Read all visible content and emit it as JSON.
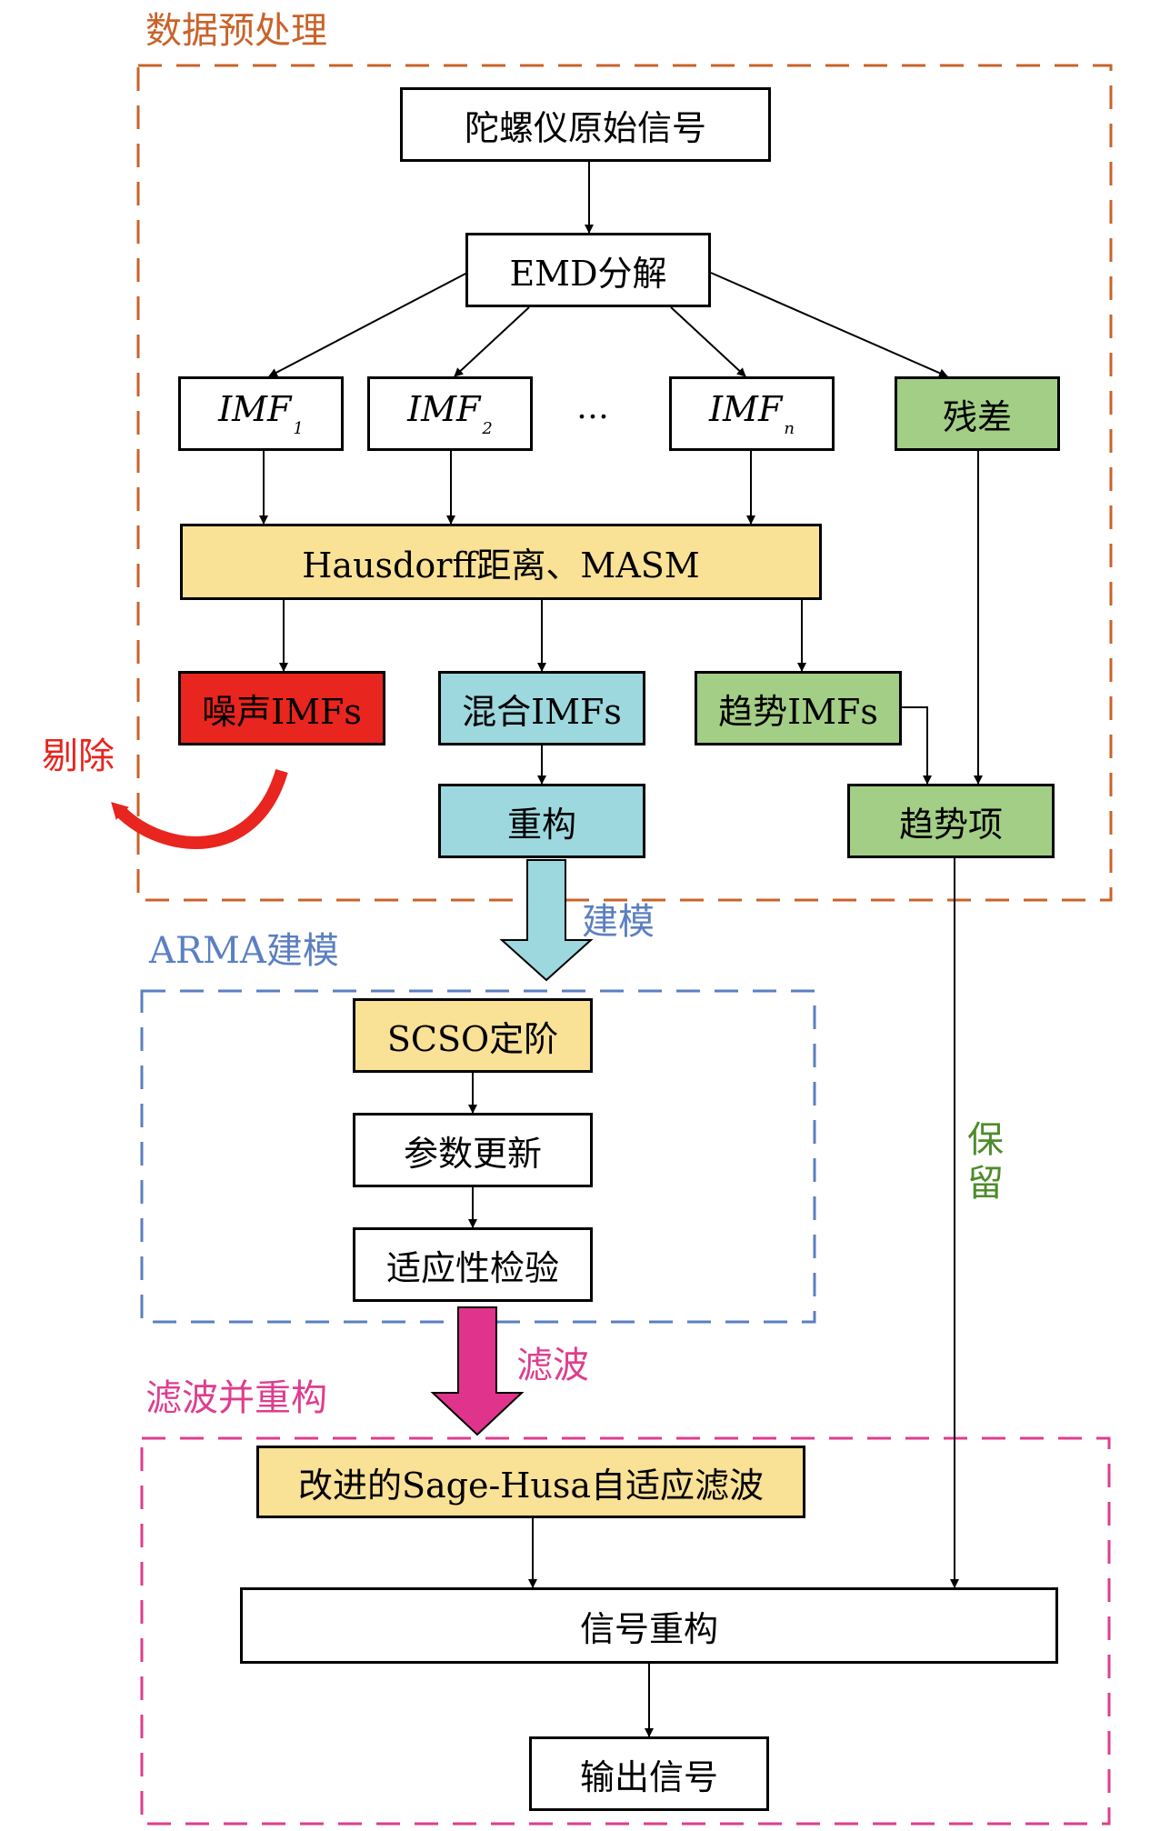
{
  "sections": {
    "preprocessing_title": "数据预处理",
    "arma_title": "ARMA建模",
    "filter_title": "滤波并重构"
  },
  "nodes": {
    "gyro_signal": "陀螺仪原始信号",
    "emd": "EMD分解",
    "imf1": "IMF",
    "imf1_sub": "1",
    "imf2": "IMF",
    "imf2_sub": "2",
    "ellipsis": "…",
    "imfn": "IMF",
    "imfn_sub": "n",
    "residual": "残差",
    "hausdorff": "Hausdorff距离、MASM",
    "noise_imfs": "噪声IMFs",
    "mixed_imfs": "混合IMFs",
    "trend_imfs": "趋势IMFs",
    "reconstruct": "重构",
    "trend_term": "趋势项",
    "scso": "SCSO定阶",
    "param_update": "参数更新",
    "adapt_test": "适应性检验",
    "sage_husa": "改进的Sage-Husa自适应滤波",
    "signal_recon": "信号重构",
    "output": "输出信号"
  },
  "annotations": {
    "remove": "剔除",
    "modeling": "建模",
    "filtering": "滤波",
    "keep": "保留"
  },
  "colors": {
    "preprocess_border": "#c8632a",
    "arma_border": "#5b7fc1",
    "filter_border": "#de3d8e",
    "yellow_fill": "#f9e196",
    "red_fill": "#e8251e",
    "blue_fill": "#9dd8de",
    "green_fill": "#a3ce85",
    "remove_arrow": "#e8251e",
    "model_arrow": "#9dd8de",
    "filter_arrow": "#e0348c",
    "keep_text": "#4e8b2c"
  }
}
